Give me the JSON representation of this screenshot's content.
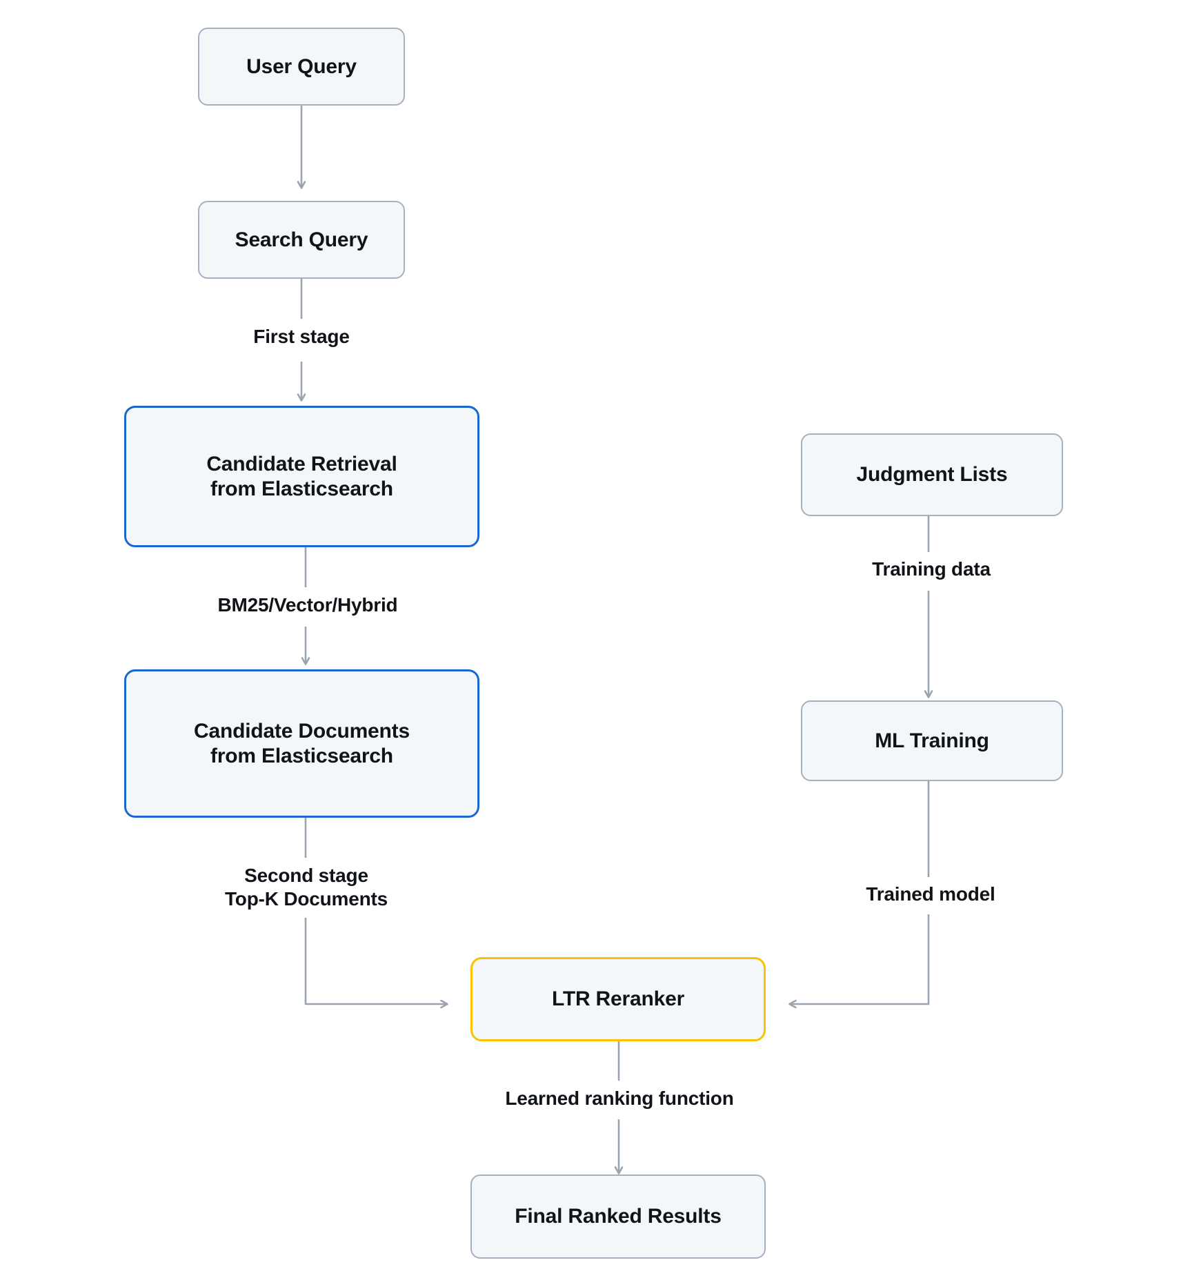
{
  "diagram": {
    "type": "flowchart",
    "orientation": "top-to-bottom",
    "background_color": "#ffffff",
    "colors": {
      "node_fill": "#f4f7fa",
      "node_border_default": "#a7b0be",
      "node_border_highlight_blue": "#1967d2",
      "node_border_highlight_amber": "#fcc200",
      "edge_stroke": "#9aa3b0",
      "text": "#101418"
    },
    "nodes": [
      {
        "id": "user-query",
        "label": "User Query",
        "accent": "default"
      },
      {
        "id": "search-query",
        "label": "Search Query",
        "accent": "default"
      },
      {
        "id": "candidate-retrieval",
        "label": "Candidate Retrieval\nfrom Elasticsearch",
        "accent": "blue"
      },
      {
        "id": "candidate-documents",
        "label": "Candidate Documents\nfrom Elasticsearch",
        "accent": "blue"
      },
      {
        "id": "judgment-lists",
        "label": "Judgment Lists",
        "accent": "default"
      },
      {
        "id": "ml-training",
        "label": "ML Training",
        "accent": "default"
      },
      {
        "id": "ltr-reranker",
        "label": "LTR Reranker",
        "accent": "amber"
      },
      {
        "id": "final-ranked-results",
        "label": "Final Ranked Results",
        "accent": "default"
      }
    ],
    "edges": [
      {
        "id": "e1",
        "from": "user-query",
        "to": "search-query",
        "label": ""
      },
      {
        "id": "e2",
        "from": "search-query",
        "to": "candidate-retrieval",
        "label": "First stage"
      },
      {
        "id": "e3",
        "from": "candidate-retrieval",
        "to": "candidate-documents",
        "label": "BM25/Vector/Hybrid"
      },
      {
        "id": "e4",
        "from": "candidate-documents",
        "to": "ltr-reranker",
        "label": "Second stage\nTop-K Documents"
      },
      {
        "id": "e5",
        "from": "judgment-lists",
        "to": "ml-training",
        "label": "Training data"
      },
      {
        "id": "e6",
        "from": "ml-training",
        "to": "ltr-reranker",
        "label": "Trained model"
      },
      {
        "id": "e7",
        "from": "ltr-reranker",
        "to": "final-ranked-results",
        "label": "Learned ranking function"
      }
    ]
  }
}
